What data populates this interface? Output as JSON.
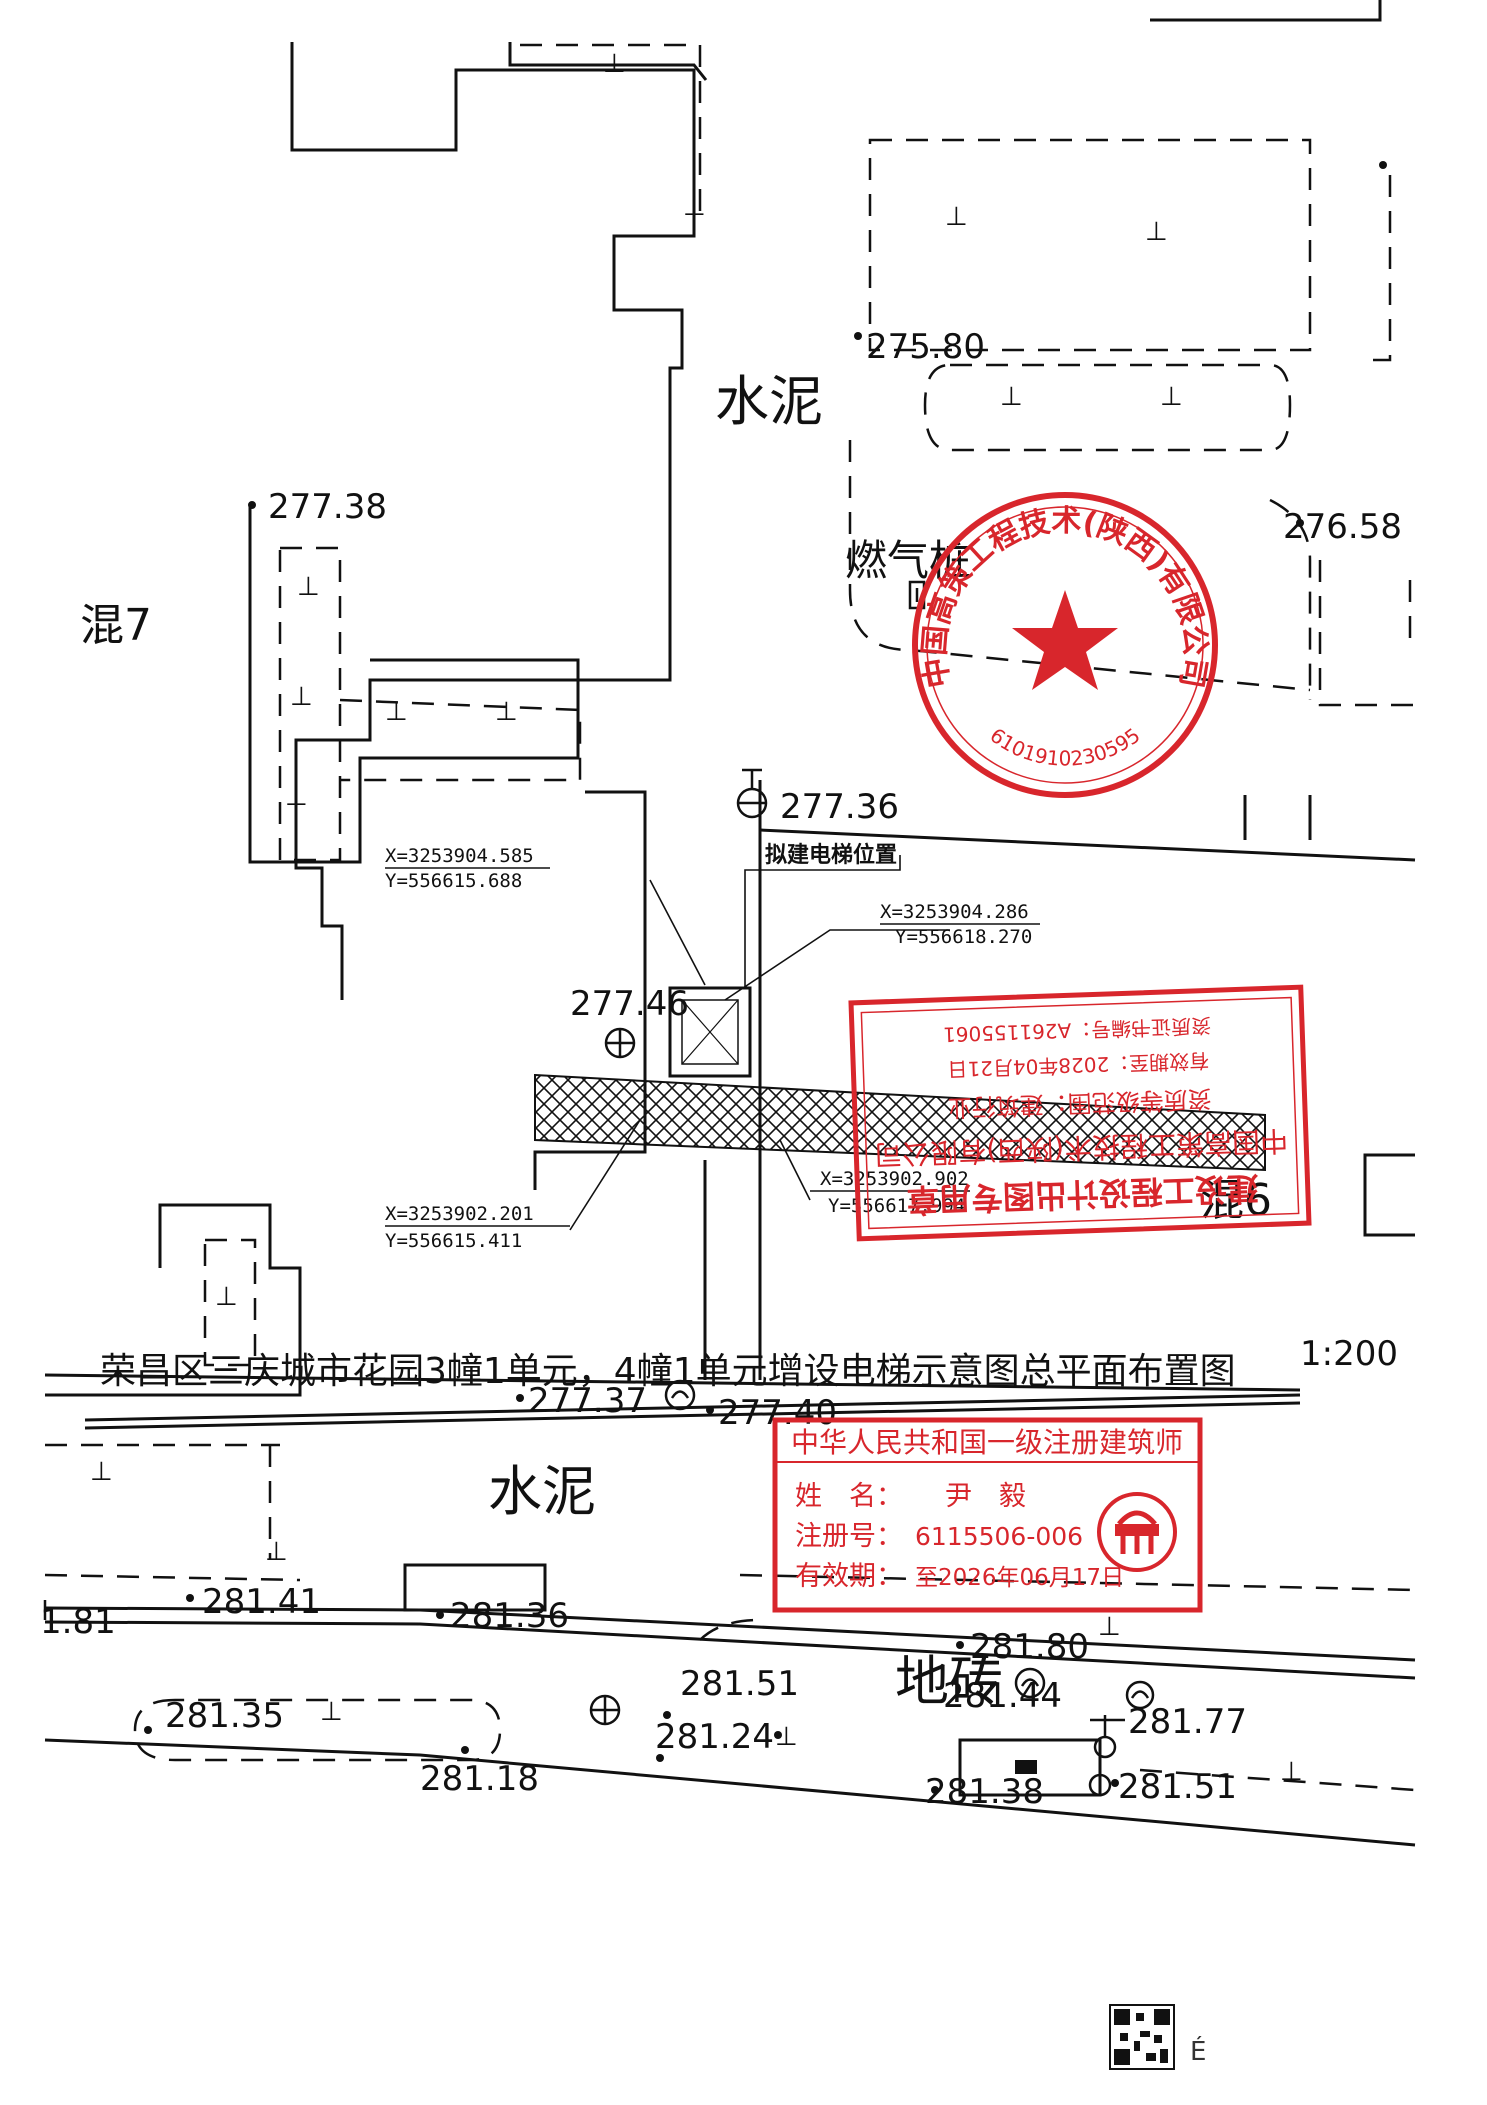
{
  "drawing": {
    "title": "荣昌区三庆城市花园3幢1单元，4幢1单元增设电梯示意图总平面布置图",
    "scale": "1:200"
  },
  "labels": {
    "cement_upper": "水泥",
    "cement_lower": "水泥",
    "floor_tile": "地砖",
    "gas_pile": "燃气桩",
    "mix7": "混7",
    "mix6": "混6",
    "proposed_elevator": "拟建电梯位置"
  },
  "elevations": [
    "275.80",
    "277.38",
    "276.58",
    "277.36",
    "277.46",
    "277.37",
    "277.40",
    "281.41",
    "281.36",
    "1.81",
    "281.80",
    "281.35",
    "281.51",
    "281.44",
    "281.77",
    "281.24",
    "281.18",
    "281.38",
    "281.51"
  ],
  "coordinates": {
    "p1": {
      "x": "X=3253904.585",
      "y": "Y=556615.688"
    },
    "p2": {
      "x": "X=3253904.286",
      "y": "Y=556618.270"
    },
    "p3": {
      "x": "X=3253902.201",
      "y": "Y=556615.411"
    },
    "p4": {
      "x": "X=3253902.902",
      "y": "Y=556617.994"
    }
  },
  "stamp_company": {
    "text": "中国高策工程技术(陕西)有限公司",
    "code": "6101910230595"
  },
  "stamp_design": {
    "line1": "建设工程设计出图专用章",
    "line2": "中国高策工程技术(陕西)有限公司",
    "line3": "资质等级范围：建筑行业",
    "line4": "有效期至：2028年04月21日",
    "line5": "资质证书编号：A261155061"
  },
  "stamp_architect": {
    "header": "中华人民共和国一级注册建筑师",
    "name_label": "姓　名：",
    "name_value": "尹　毅",
    "reg_label": "注册号：",
    "reg_value": "6115506-006",
    "valid_label": "有效期：",
    "valid_value": "至2026年06月17日"
  },
  "footer": {
    "mark": "É"
  },
  "colors": {
    "stamp_red": "#d8262c",
    "ink": "#111111"
  }
}
